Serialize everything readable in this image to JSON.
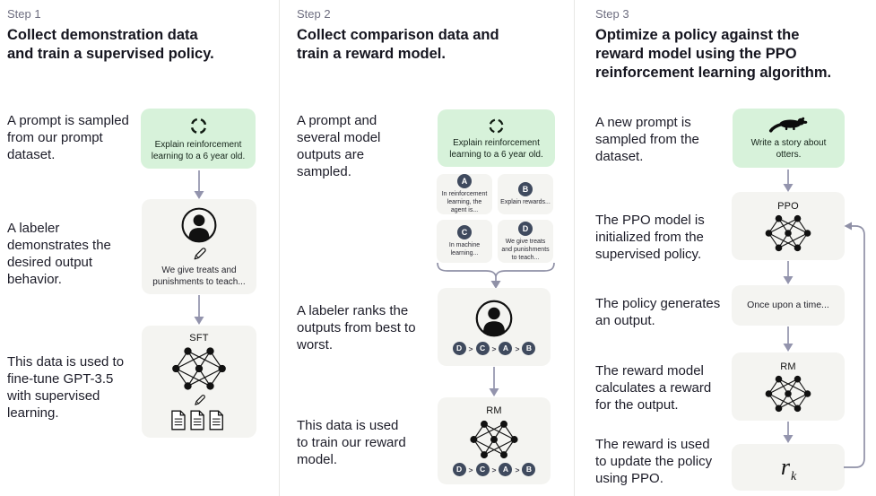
{
  "colors": {
    "prompt_box_green": "#d7f2da",
    "diagram_box_gray": "#f4f4f1",
    "badge_slate": "#3f4a5e",
    "arrow_gray_purple": "#9394ad",
    "step_label_gray": "#6e6e80",
    "text_dark": "#15151f"
  },
  "step1": {
    "label": "Step 1",
    "heading": "Collect demonstration data and train a supervised policy.",
    "caption1": "A prompt is sampled from our prompt dataset.",
    "prompt_box": "Explain reinforcement learning to a 6 year old.",
    "caption2": "A labeler demonstrates the desired output behavior.",
    "labeler_box": "We give treats and punishments to teach...",
    "caption3": "This data is used to fine-tune GPT-3.5 with supervised learning.",
    "model_label": "SFT"
  },
  "step2": {
    "label": "Step 2",
    "heading": "Collect comparison data and train a reward model.",
    "caption1": "A prompt and several model outputs are sampled.",
    "prompt_box": "Explain reinforcement learning to a 6 year old.",
    "outputs": [
      {
        "badge": "A",
        "text": "In reinforcement learning, the agent is..."
      },
      {
        "badge": "B",
        "text": "Explain rewards..."
      },
      {
        "badge": "C",
        "text": "In machine learning..."
      },
      {
        "badge": "D",
        "text": "We give treats and punishments to teach..."
      }
    ],
    "caption2": "A labeler ranks the outputs from best to worst.",
    "rank": [
      "D",
      "C",
      "A",
      "B"
    ],
    "rank_sep": ">",
    "caption3": "This data is used to train our reward model.",
    "model_label": "RM"
  },
  "step3": {
    "label": "Step 3",
    "heading": "Optimize a policy against the reward model using the PPO reinforcement learning algorithm.",
    "caption1": "A new prompt is sampled from the dataset.",
    "prompt_box": "Write a story about otters.",
    "caption2": "The PPO model is initialized from the supervised policy.",
    "ppo_label": "PPO",
    "caption3": "The policy generates an output.",
    "output_box": "Once upon a time...",
    "caption4": "The reward model calculates a reward for the output.",
    "rm_label": "RM",
    "caption5": "The reward is used to update the policy using PPO.",
    "reward_base": "r",
    "reward_sub": "k"
  }
}
